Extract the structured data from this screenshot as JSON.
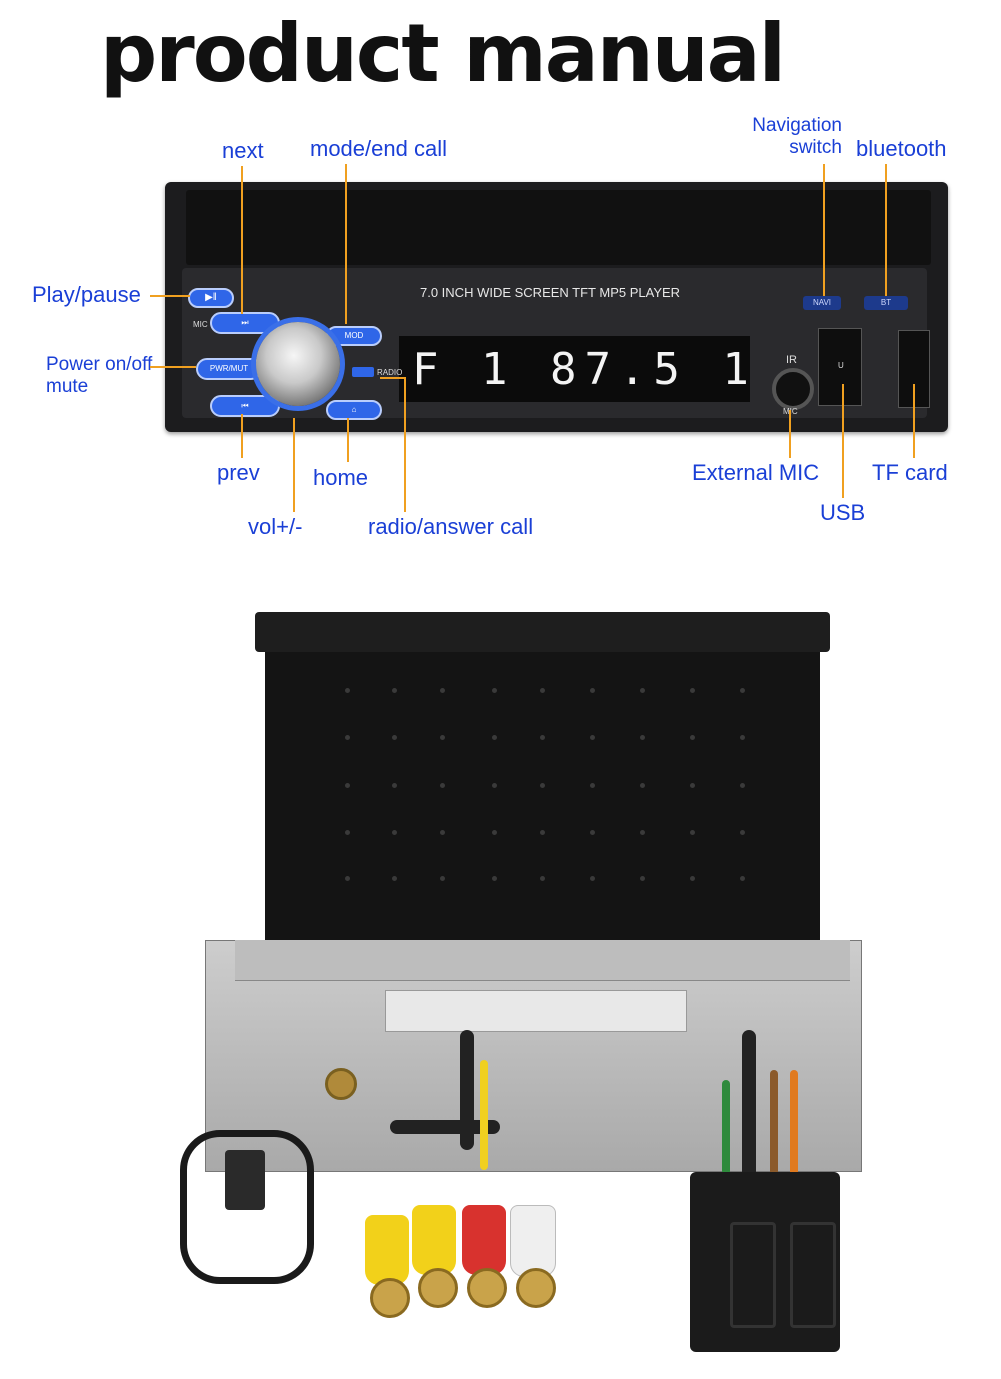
{
  "title": "product manual",
  "labels": {
    "next": "next",
    "mode_end_call": "mode/end call",
    "navigation_switch": "Navigation\nswitch",
    "bluetooth": "bluetooth",
    "play_pause": "Play/pause",
    "power": "Power on/off\nmute",
    "prev": "prev",
    "home": "home",
    "vol": "vol+/-",
    "radio_answer": "radio/answer call",
    "external_mic": "External MIC",
    "tf_card": "TF card",
    "usb": "USB"
  },
  "device": {
    "header_text": "7.0 INCH WIDE SCREEN TFT  MP5  PLAYER",
    "display_text": "F 1  87.5  1",
    "btn_mod": "MOD",
    "btn_pwr": "PWR/MUT",
    "btn_radio": "RADIO",
    "btn_navi": "NAVI",
    "btn_bt": "BT",
    "mic_small": "MIC",
    "mic_jack": "MIC",
    "ir": "IR",
    "usb_port": "U"
  },
  "colors": {
    "label": "#1a3fd6",
    "leader": "#f0a020",
    "accent_button": "#2f66e8"
  }
}
